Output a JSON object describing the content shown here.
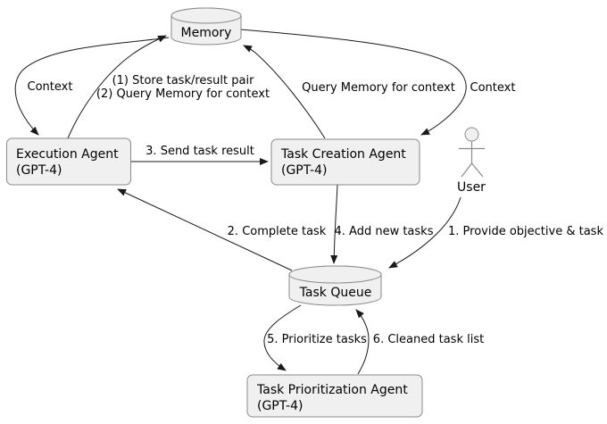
{
  "diagram": {
    "title": "Agent task-management architecture diagram",
    "colors": {
      "background": "#ffffff",
      "node_fill": "#f0f0f0",
      "node_border": "#8a8a8a",
      "edge_line": "#1a1a1a",
      "text": "#000000"
    },
    "nodes": {
      "memory": {
        "label": "Memory",
        "shape": "database-cylinder"
      },
      "execution_agent": {
        "line1": "Execution Agent",
        "line2": "(GPT-4)",
        "shape": "rounded-rectangle"
      },
      "task_creation_agent": {
        "line1": "Task Creation Agent",
        "line2": "(GPT-4)",
        "shape": "rounded-rectangle"
      },
      "user": {
        "label": "User",
        "shape": "stick-figure-actor"
      },
      "task_queue": {
        "label": "Task Queue",
        "shape": "database-cylinder"
      },
      "task_prioritization_agent": {
        "line1": "Task Prioritization Agent",
        "line2": "(GPT-4)",
        "shape": "rounded-rectangle"
      }
    },
    "edges": {
      "context_left": {
        "label": "Context",
        "from": "memory",
        "to": "execution_agent"
      },
      "store_query": {
        "line1": "(1) Store task/result pair",
        "line2": "(2) Query Memory for context",
        "from": "execution_agent",
        "to": "memory"
      },
      "query_memory": {
        "label": "Query Memory for context",
        "from": "task_creation_agent",
        "to": "memory"
      },
      "context_right": {
        "label": "Context",
        "from": "memory",
        "to": "task_creation_agent"
      },
      "send_task_result": {
        "label": "3. Send task result",
        "from": "execution_agent",
        "to": "task_creation_agent"
      },
      "complete_task": {
        "label": "2. Complete task",
        "from": "task_queue",
        "to": "execution_agent"
      },
      "add_new_tasks": {
        "label": "4. Add new tasks",
        "from": "task_creation_agent",
        "to": "task_queue"
      },
      "provide_objective": {
        "label": "1. Provide objective & task",
        "from": "user",
        "to": "task_queue"
      },
      "prioritize_tasks": {
        "label": "5. Prioritize tasks",
        "from": "task_queue",
        "to": "task_prioritization_agent"
      },
      "cleaned_task_list": {
        "label": "6. Cleaned task list",
        "from": "task_prioritization_agent",
        "to": "task_queue"
      }
    }
  }
}
